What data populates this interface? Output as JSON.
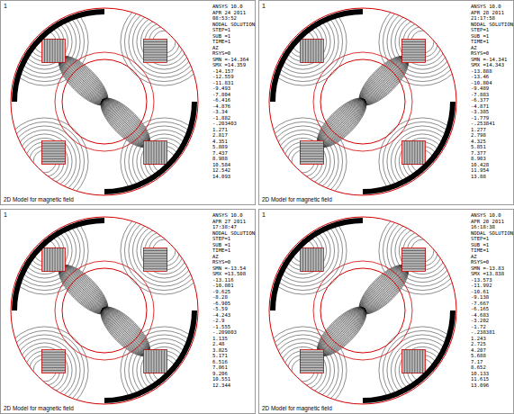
{
  "diagram": {
    "labels": [
      "1",
      "ANSYS 10.0",
      "APR 24 2011",
      "08:53:52",
      "NODAL SOLUTION",
      "STEP=1",
      "SUB =1",
      "TIME=1",
      "AZ",
      "RSYS=0",
      "SMN =-14.364",
      "SMX =14.359",
      "-14.157",
      "-12.559",
      "-11.831",
      "-9.493",
      "-7.804",
      "-6.416",
      "-4.876",
      "-3.34",
      "-1.882",
      "-.203403",
      "1.271",
      "2.817",
      "4.351",
      "5.889",
      "7.437",
      "8.988",
      "10.584",
      "12.542",
      "14.093",
      "2D Model for magnetic field",
      "1",
      "ANSYS 10.0",
      "APR 28 2011",
      "21:17:58",
      "NODAL SOLUTION",
      "STEP=1",
      "SUB =1",
      "TIME=1",
      "AZ",
      "RSYS=0",
      "SMN =-14.341",
      "SMX =14.343",
      "-13.888",
      "-13.46",
      "-10.804",
      "-9.489",
      "-7.883",
      "-6.377",
      "-4.871",
      "-3.385",
      "-1.779",
      "-.253841",
      "1.277",
      "2.798",
      "4.325",
      "5.851",
      "7.377",
      "8.903",
      "10.428",
      "11.954",
      "13.88",
      "2D Model for magnetic field",
      "1",
      "ANSYS 10.0",
      "APR 27 2011",
      "17:38:47",
      "NODAL SOLUTION",
      "STEP=1",
      "SUB =1",
      "TIME=1",
      "AZ",
      "RSYS=0",
      "SMN =-13.54",
      "SMX =13.508",
      "-13.116",
      "-10.801",
      "-9.625",
      "-8.28",
      "-6.905",
      "-5.59",
      "-4.243",
      "-2.9",
      "-1.555",
      "-.209803",
      "1.135",
      "2.48",
      "3.825",
      "5.171",
      "6.516",
      "7.861",
      "9.206",
      "10.551",
      "12.344",
      "2D Model for magnetic field",
      "1",
      "ANSYS 10.0",
      "APR 20 2011",
      "16:18:38",
      "NODAL SOLUTION",
      "STEP=1",
      "SUB =1",
      "TIME=1",
      "AZ",
      "RSYS=0",
      "SMN =-13.83",
      "SMX =13.838",
      "-13.573",
      "-11.992",
      "-10.61",
      "-9.138",
      "-7.667",
      "-6.165",
      "-4.683",
      "-3.202",
      "-1.72",
      "-.238381",
      "1.243",
      "2.725",
      "4.207",
      "5.688",
      "7.17",
      "8.652",
      "10.133",
      "11.615",
      "13.096",
      "2D Model for magnetic field"
    ]
  }
}
